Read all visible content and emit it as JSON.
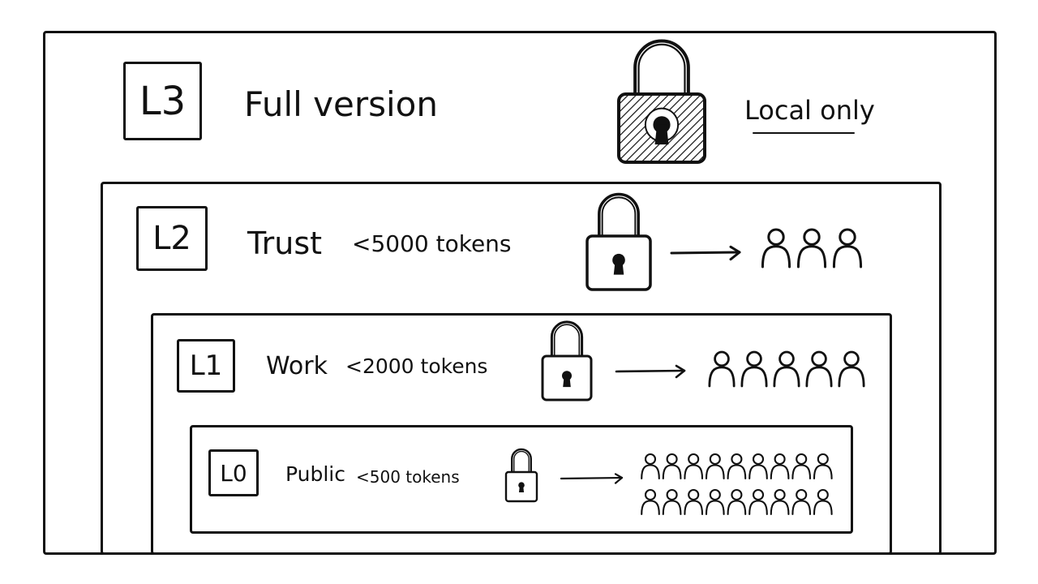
{
  "colors": {
    "ink": "#111111",
    "background": "#ffffff"
  },
  "levels": [
    {
      "id": "l3",
      "badge": "L3",
      "title": "Full version",
      "limit": "",
      "note": "Local only",
      "lock_icon": "hatched-padlock-icon",
      "audience_count": 0
    },
    {
      "id": "l2",
      "badge": "L2",
      "title": "Trust",
      "limit": "<5000 tokens",
      "lock_icon": "padlock-icon",
      "audience_count": 3
    },
    {
      "id": "l1",
      "badge": "L1",
      "title": "Work",
      "limit": "<2000 tokens",
      "lock_icon": "padlock-icon",
      "audience_count": 5
    },
    {
      "id": "l0",
      "badge": "L0",
      "title": "Public",
      "limit": "<500 tokens",
      "lock_icon": "padlock-icon",
      "audience_count": 18
    }
  ],
  "icons": {
    "arrow": "arrow-right-icon",
    "person": "person-icon"
  }
}
